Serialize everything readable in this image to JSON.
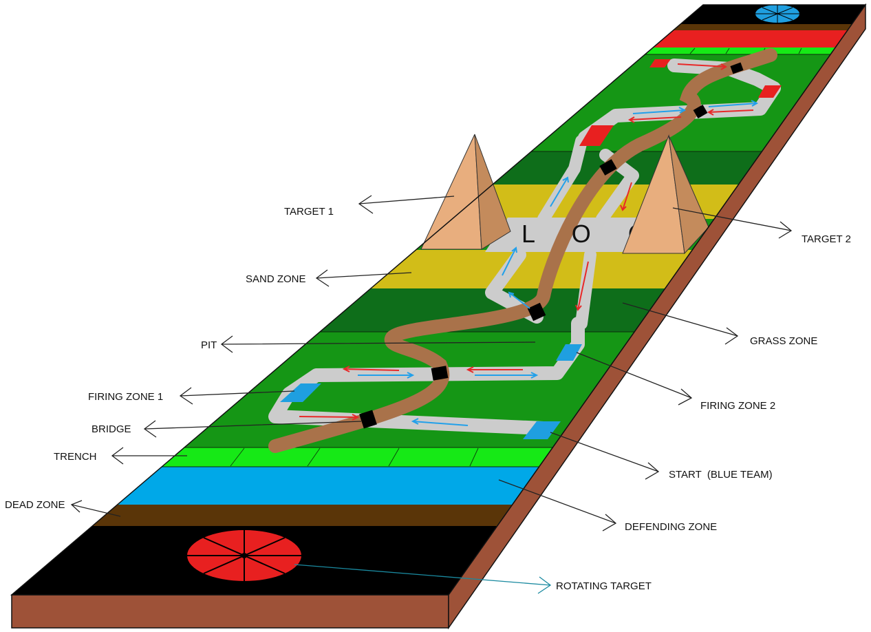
{
  "diagram": {
    "center_label": "L O C",
    "colors": {
      "board_side": "#9e5238",
      "black_zone": "#000000",
      "dead_zone": "#5a3508",
      "defending_zone": "#00a8e8",
      "trench": "#16e916",
      "grass_light": "#159615",
      "grass_dark": "#0e6e1a",
      "sand": "#d2bd18",
      "path": "#cccccc",
      "pit": "#a9724a",
      "pyramid_light": "#e8ae7e",
      "pyramid_dark": "#c48b5c",
      "red_target": "#e82020",
      "blue_target": "#1f9fe0",
      "blue_arrow": "#22a0ea",
      "red_arrow": "#e82828"
    },
    "labels": {
      "target_1": "TARGET 1",
      "target_2": "TARGET 2",
      "sand_zone": "SAND ZONE",
      "pit": "PIT",
      "grass_zone": "GRASS ZONE",
      "firing_zone_1": "FIRING ZONE 1",
      "firing_zone_2": "FIRING ZONE 2",
      "bridge": "BRIDGE",
      "trench": "TRENCH",
      "start": "START  (BLUE TEAM)",
      "dead_zone": "DEAD ZONE",
      "defending_zone": "DEFENDING ZONE",
      "rotating_target": "ROTATING TARGET"
    }
  }
}
